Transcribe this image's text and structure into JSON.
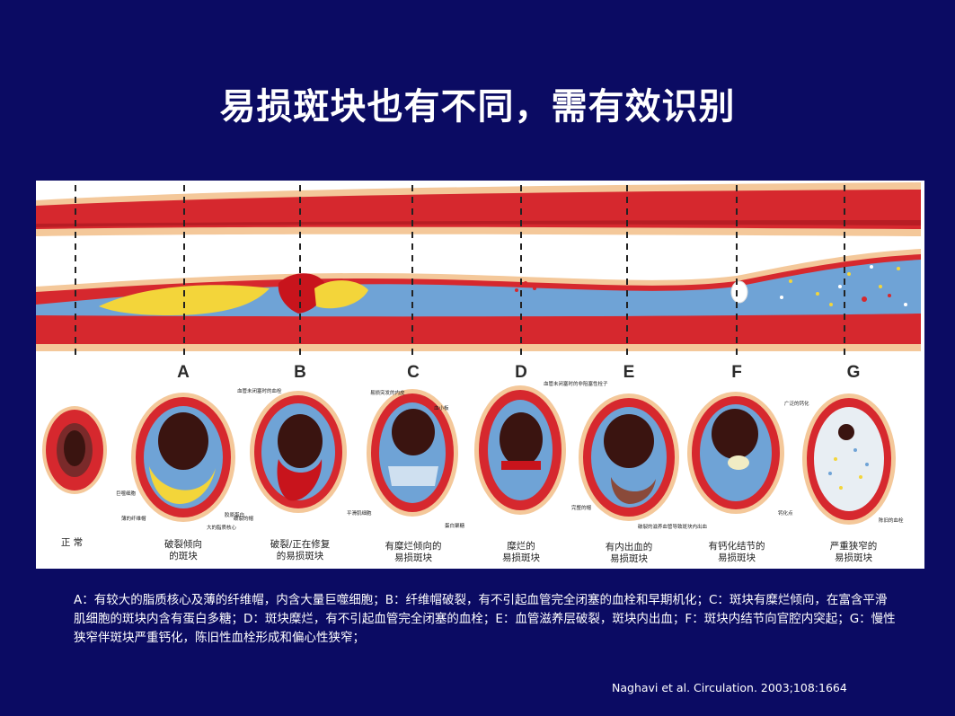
{
  "title": "易损斑块也有不同，需有效识别",
  "figure": {
    "stages": [
      {
        "letter": "",
        "label_line1": "正 常",
        "label_line2": ""
      },
      {
        "letter": "A",
        "label_line1": "破裂倾向",
        "label_line2": "的斑块"
      },
      {
        "letter": "B",
        "label_line1": "破裂/正在修复",
        "label_line2": "的易损斑块"
      },
      {
        "letter": "C",
        "label_line1": "有糜烂倾向的",
        "label_line2": "易损斑块"
      },
      {
        "letter": "D",
        "label_line1": "糜烂的",
        "label_line2": "易损斑块"
      },
      {
        "letter": "E",
        "label_line1": "有内出血的",
        "label_line2": "易损斑块"
      },
      {
        "letter": "F",
        "label_line1": "有钙化结节的",
        "label_line2": "易损斑块"
      },
      {
        "letter": "G",
        "label_line1": "严重狭窄的",
        "label_line2": "易损斑块"
      }
    ],
    "annotations": {
      "a1": "巨噬细胞",
      "a2": "薄的纤维帽",
      "a3": "大的脂质核心",
      "a4": "胶原蛋白",
      "b1": "血管未闭塞时的血栓",
      "b2": "破裂的帽",
      "c1": "易损突发的内皮",
      "c2": "血小板",
      "c3": "平滑肌细胞",
      "c4": "蛋白聚糖",
      "d1": "血管未闭塞时的非阻塞性栓子",
      "e1": "完整的帽",
      "e2": "破裂的滋养血管导致斑块内出血",
      "f1": "钙化点",
      "g1": "广泛的钙化",
      "g2": "陈旧的血栓"
    }
  },
  "caption": "A：有较大的脂质核心及薄的纤维帽，内含大量巨噬细胞；B：纤维帽破裂，有不引起血管完全闭塞的血栓和早期机化；C：斑块有糜烂倾向，在富含平滑肌细胞的斑块内含有蛋白多糖；D：斑块糜烂，有不引起血管完全闭塞的血栓；E：血管滋养层破裂，斑块内出血；F：斑块内结节向官腔内突起；G：慢性狭窄伴斑块严重钙化，陈旧性血栓形成和偏心性狭窄；",
  "citation": "Naghavi et al. Circulation. 2003;108:1664",
  "colors": {
    "background": "#0b0b63",
    "vessel_red": "#d6282e",
    "intima_blue": "#6fa3d6",
    "lipid_yellow": "#f3d53a",
    "adventitia": "#f4c89a"
  }
}
